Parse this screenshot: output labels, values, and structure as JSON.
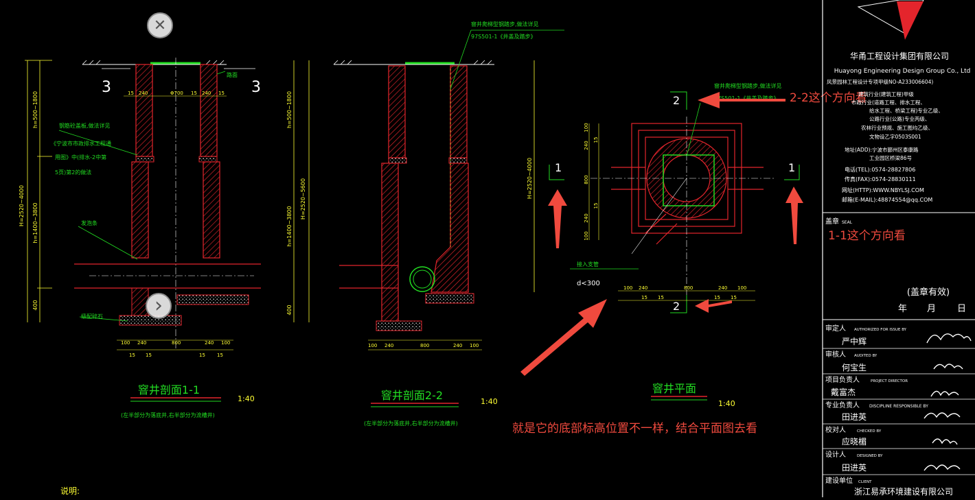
{
  "drawing": {
    "view_1_1": {
      "title": "窨井剖面1-1",
      "scale": "1:40",
      "note": "(左半部分为落底井,右半部分为流槽井)",
      "label_cover": "钢筋砼盖板,做法详见",
      "label_ref1": "《宁波市市政排水工程通",
      "label_ref2": "用图》中(排水-2中第",
      "label_ref3": "5页)第2的做法",
      "label_road": "路面",
      "label_joint": "发泡条",
      "label_bedding": "级配碎石",
      "cut_mark": "3",
      "dim_total": "H=2520~4000",
      "dim_upper": "h=500~1800",
      "dim_lower": "h=1400~3800",
      "dim_bottom": "400",
      "dims_top": [
        "15",
        "240",
        "Φ700",
        "15",
        "240",
        "15"
      ],
      "dims_bottom": [
        "100",
        "240",
        "800",
        "240",
        "100"
      ],
      "dims_small": [
        "15",
        "15",
        "15",
        "15"
      ]
    },
    "view_2_2": {
      "title": "窨井剖面2-2",
      "scale": "1:40",
      "note": "(左半部分为落底井,右半部分为流槽井)",
      "label_ladder": "窨井爬梯型钢踏步,做法详见",
      "label_ref": "97S501-1《井盖及踏步》",
      "dim_total": "H=2520~5600",
      "dim_upper": "h=500~1800",
      "dim_lower": "h=1400~3800",
      "dim_left": "H=2520~4000",
      "dim_bottom": "400",
      "dims_bottom": [
        "100",
        "240",
        "800",
        "240",
        "100"
      ]
    },
    "plan": {
      "title": "窨井平面",
      "scale": "1:40",
      "label_ladder": "窨井爬梯型钢踏步,做法详见",
      "label_ref": "97S501-1《井盖及踏步》",
      "label_inlet": "接入支管",
      "label_dia": "d<300",
      "cut_1": "1",
      "cut_2": "2",
      "dims_bottom": [
        "100",
        "240",
        "800",
        "240",
        "100"
      ],
      "dims_small": [
        "15",
        "15",
        "15",
        "15"
      ],
      "dims_side": [
        "100",
        "240",
        "15",
        "800",
        "15",
        "240",
        "100"
      ]
    },
    "explain_label": "说明:"
  },
  "annotations": {
    "note_2_2": "2-2这个方向看",
    "note_1_1": "1-1这个方向看",
    "note_bottom": "就是它的底部标高位置不一样，结合平面图去看"
  },
  "title_block": {
    "company_cn": "华甬工程设计集团有限公司",
    "company_en": "Huayong Engineering Design Group Co., Ltd",
    "cert_no": "风景园林工程设计专项甲级NO-A233006604)",
    "quals": [
      "建筑行业(建筑工程)甲级",
      "市政行业(道路工程、排水工程、",
      "给水工程、桥梁工程)专业乙级、",
      "公路行业(公路)专业丙级、",
      "农林行业预规、施工图均乙级、",
      "文物设乙字0503S001"
    ],
    "address": "地址(ADD):宁波市鄞州区泰康路",
    "address2": "工业园区桥梁86号",
    "tel": "电话(TEL):0574-28827806",
    "fax": "传真(FAX):0574-28830111",
    "web": "网址(HTTP):WWW.NBYLSJ.COM",
    "email": "邮箱(E-MAIL):48874554@qq.COM",
    "seal_label": "盖章",
    "seal_en": "SEAL",
    "seal_valid": "(盖章有效)",
    "date_y": "年",
    "date_m": "月",
    "date_d": "日",
    "roles": [
      {
        "label": "审定人",
        "en": "AUTHORIZED FOR ISSUE BY",
        "name": "严中辉"
      },
      {
        "label": "审核人",
        "en": "AUDITED BY",
        "name": "何宝生"
      },
      {
        "label": "项目负责人",
        "en": "PROJECT DIRECTOR",
        "name": "戴富杰"
      },
      {
        "label": "专业负责人",
        "en": "DISCIPLINE RESPONSIBLE BY",
        "name": "田进英"
      },
      {
        "label": "校对人",
        "en": "CHECKED BY",
        "name": "应晓楣"
      },
      {
        "label": "设计人",
        "en": "DESIGNED BY",
        "name": "田进英"
      },
      {
        "label": "建设单位",
        "en": "CLIENT",
        "name": "浙江易承环境建设有限公司"
      }
    ]
  },
  "controls": {
    "close_glyph": "✕",
    "next_glyph": "›"
  },
  "colors": {
    "background": "#000000",
    "wall": "#e4252c",
    "dim": "#ffff33",
    "green": "#22dd22",
    "white": "#ffffff",
    "arrow": "#f04a3e"
  }
}
